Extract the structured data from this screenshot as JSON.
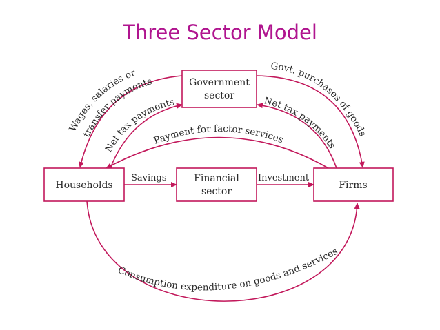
{
  "title": "Three Sector Model",
  "colors": {
    "accent": "#b0158f",
    "arrow": "#c2185b",
    "text": "#2a2a2a"
  },
  "nodes": {
    "government": {
      "line1": "Government",
      "line2": "sector"
    },
    "households": {
      "label": "Households"
    },
    "financial": {
      "line1": "Financial",
      "line2": "sector"
    },
    "firms": {
      "label": "Firms"
    }
  },
  "flows": {
    "wages_line1": "Wages, salaries or",
    "wages_line2": "transfer payments",
    "net_tax_left": "Net tax payments",
    "govt_purchases": "Govt. purchases of goods",
    "net_tax_right": "Net tax payments",
    "factor_payment": "Payment for factor services",
    "savings": "Savings",
    "investment": "Investment",
    "consumption": "Consumption expenditure on goods and services"
  }
}
